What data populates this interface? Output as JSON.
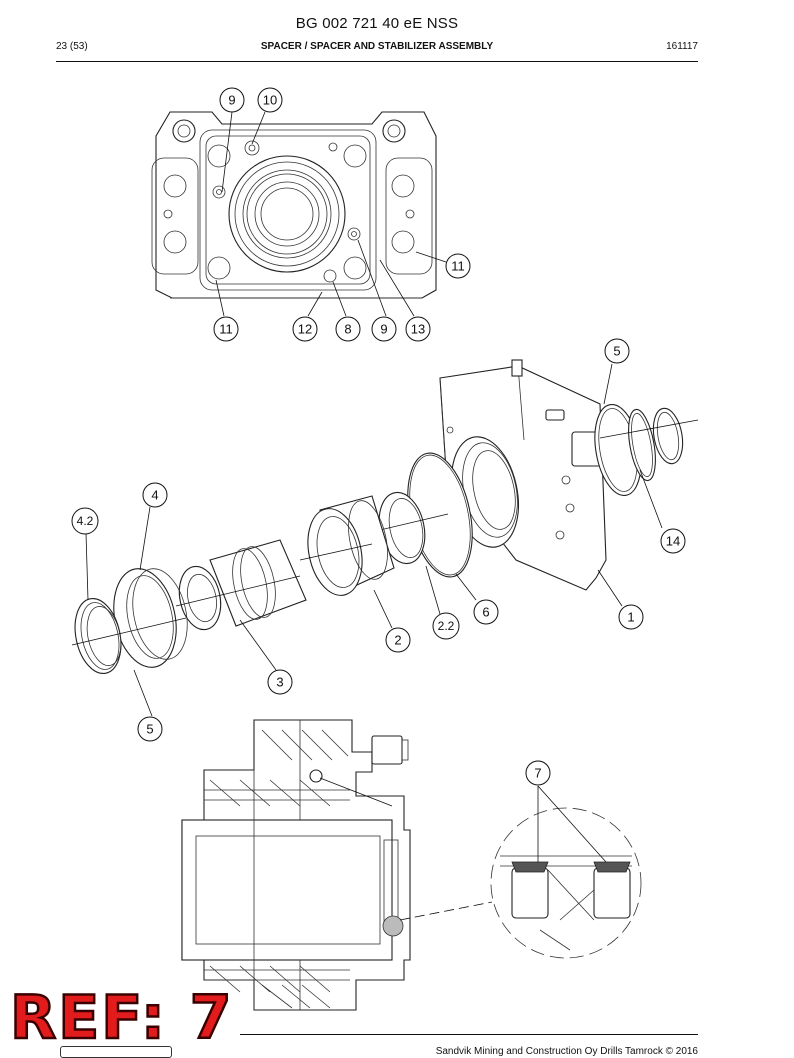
{
  "header": {
    "document_number": "BG 002 721 40 eE NSS",
    "page": "23 (53)",
    "section_title": "SPACER / SPACER AND STABILIZER ASSEMBLY",
    "date_code": "161117"
  },
  "callouts": {
    "c9a": "9",
    "c10": "10",
    "c11a": "11",
    "c11b": "11",
    "c12": "12",
    "c8": "8",
    "c9b": "9",
    "c13": "13",
    "c5a": "5",
    "c4": "4",
    "c42": "4.2",
    "c14": "14",
    "c6": "6",
    "c1": "1",
    "c22": "2.2",
    "c2": "2",
    "c3": "3",
    "c5b": "5",
    "c7": "7"
  },
  "footer": {
    "copyright": "Sandvik Mining and Construction Oy Drills Tamrock © 2016"
  },
  "stamp": {
    "text": "REF: 7"
  },
  "colors": {
    "stamp_red": "#e21c1c"
  }
}
